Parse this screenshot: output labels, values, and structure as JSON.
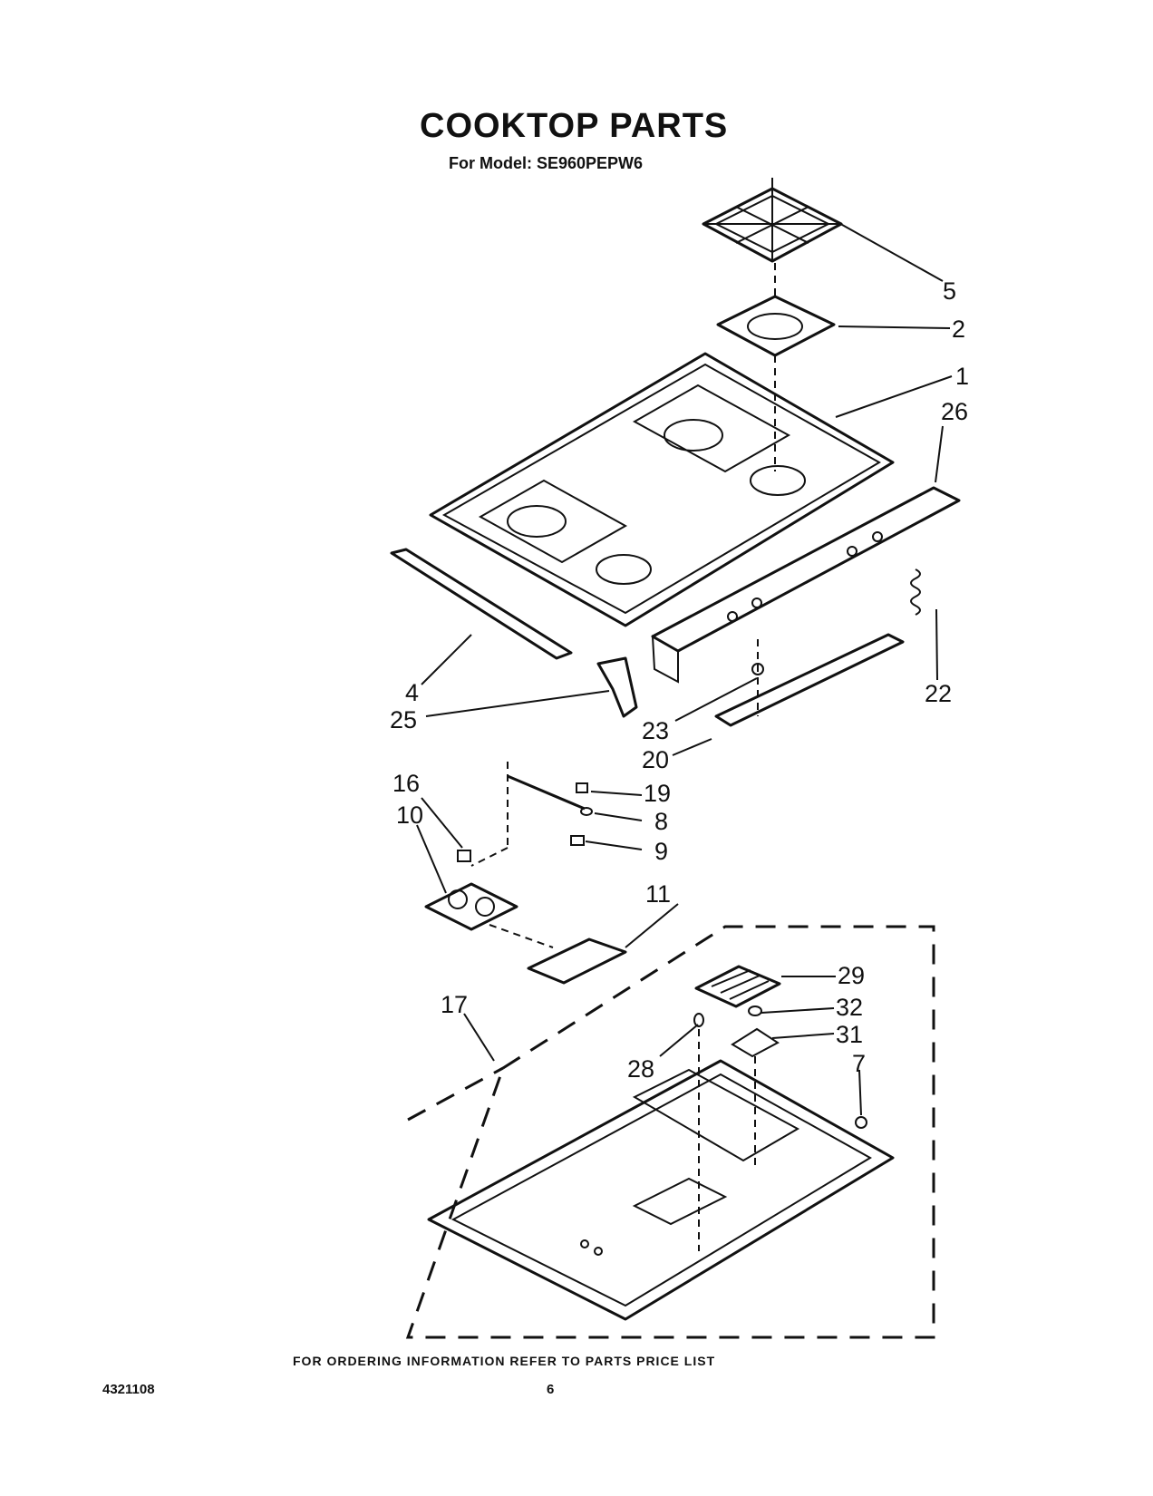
{
  "header": {
    "title": "COOKTOP PARTS",
    "subtitle": "For Model: SE960PEPW6"
  },
  "callouts": [
    {
      "id": "c5",
      "text": "5"
    },
    {
      "id": "c2",
      "text": "2"
    },
    {
      "id": "c1",
      "text": "1"
    },
    {
      "id": "c26",
      "text": "26"
    },
    {
      "id": "c4",
      "text": "4"
    },
    {
      "id": "c25",
      "text": "25"
    },
    {
      "id": "c22",
      "text": "22"
    },
    {
      "id": "c23",
      "text": "23"
    },
    {
      "id": "c20",
      "text": "20"
    },
    {
      "id": "c16",
      "text": "16"
    },
    {
      "id": "c10",
      "text": "10"
    },
    {
      "id": "c19",
      "text": "19"
    },
    {
      "id": "c8",
      "text": "8"
    },
    {
      "id": "c9",
      "text": "9"
    },
    {
      "id": "c11",
      "text": "11"
    },
    {
      "id": "c17",
      "text": "17"
    },
    {
      "id": "c29",
      "text": "29"
    },
    {
      "id": "c32",
      "text": "32"
    },
    {
      "id": "c31",
      "text": "31"
    },
    {
      "id": "c7",
      "text": "7"
    },
    {
      "id": "c28",
      "text": "28"
    }
  ],
  "footer": {
    "ordering_note": "FOR ORDERING INFORMATION REFER TO PARTS PRICE LIST",
    "document_number": "4321108",
    "page_number": "6"
  }
}
